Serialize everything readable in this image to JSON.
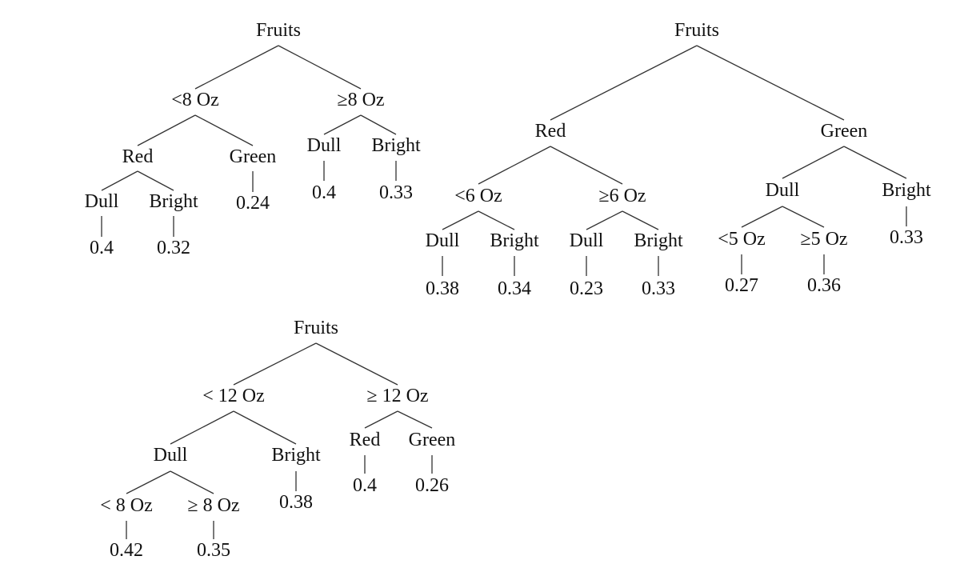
{
  "trees": [
    {
      "root": "Fruits",
      "branches": [
        {
          "label": "<8 Oz",
          "children": [
            {
              "label": "Red",
              "children": [
                {
                  "label": "Dull",
                  "value": "0.4"
                },
                {
                  "label": "Bright",
                  "value": "0.32"
                }
              ]
            },
            {
              "label": "Green",
              "value": "0.24"
            }
          ]
        },
        {
          "label": "≥8 Oz",
          "children": [
            {
              "label": "Dull",
              "value": "0.4"
            },
            {
              "label": "Bright",
              "value": "0.33"
            }
          ]
        }
      ]
    },
    {
      "root": "Fruits",
      "branches": [
        {
          "label": "Red",
          "children": [
            {
              "label": "<6 Oz",
              "children": [
                {
                  "label": "Dull",
                  "value": "0.38"
                },
                {
                  "label": "Bright",
                  "value": "0.34"
                }
              ]
            },
            {
              "label": "≥6 Oz",
              "children": [
                {
                  "label": "Dull",
                  "value": "0.23"
                },
                {
                  "label": "Bright",
                  "value": "0.33"
                }
              ]
            }
          ]
        },
        {
          "label": "Green",
          "children": [
            {
              "label": "Dull",
              "children": [
                {
                  "label": "<5 Oz",
                  "value": "0.27"
                },
                {
                  "label": "≥5 Oz",
                  "value": "0.36"
                }
              ]
            },
            {
              "label": "Bright",
              "value": "0.33"
            }
          ]
        }
      ]
    },
    {
      "root": "Fruits",
      "branches": [
        {
          "label": "< 12 Oz",
          "children": [
            {
              "label": "Dull",
              "children": [
                {
                  "label": "< 8 Oz",
                  "value": "0.42"
                },
                {
                  "label": "≥ 8 Oz",
                  "value": "0.35"
                }
              ]
            },
            {
              "label": "Bright",
              "value": "0.38"
            }
          ]
        },
        {
          "label": "≥ 12 Oz",
          "children": [
            {
              "label": "Red",
              "value": "0.4"
            },
            {
              "label": "Green",
              "value": "0.26"
            }
          ]
        }
      ]
    }
  ]
}
